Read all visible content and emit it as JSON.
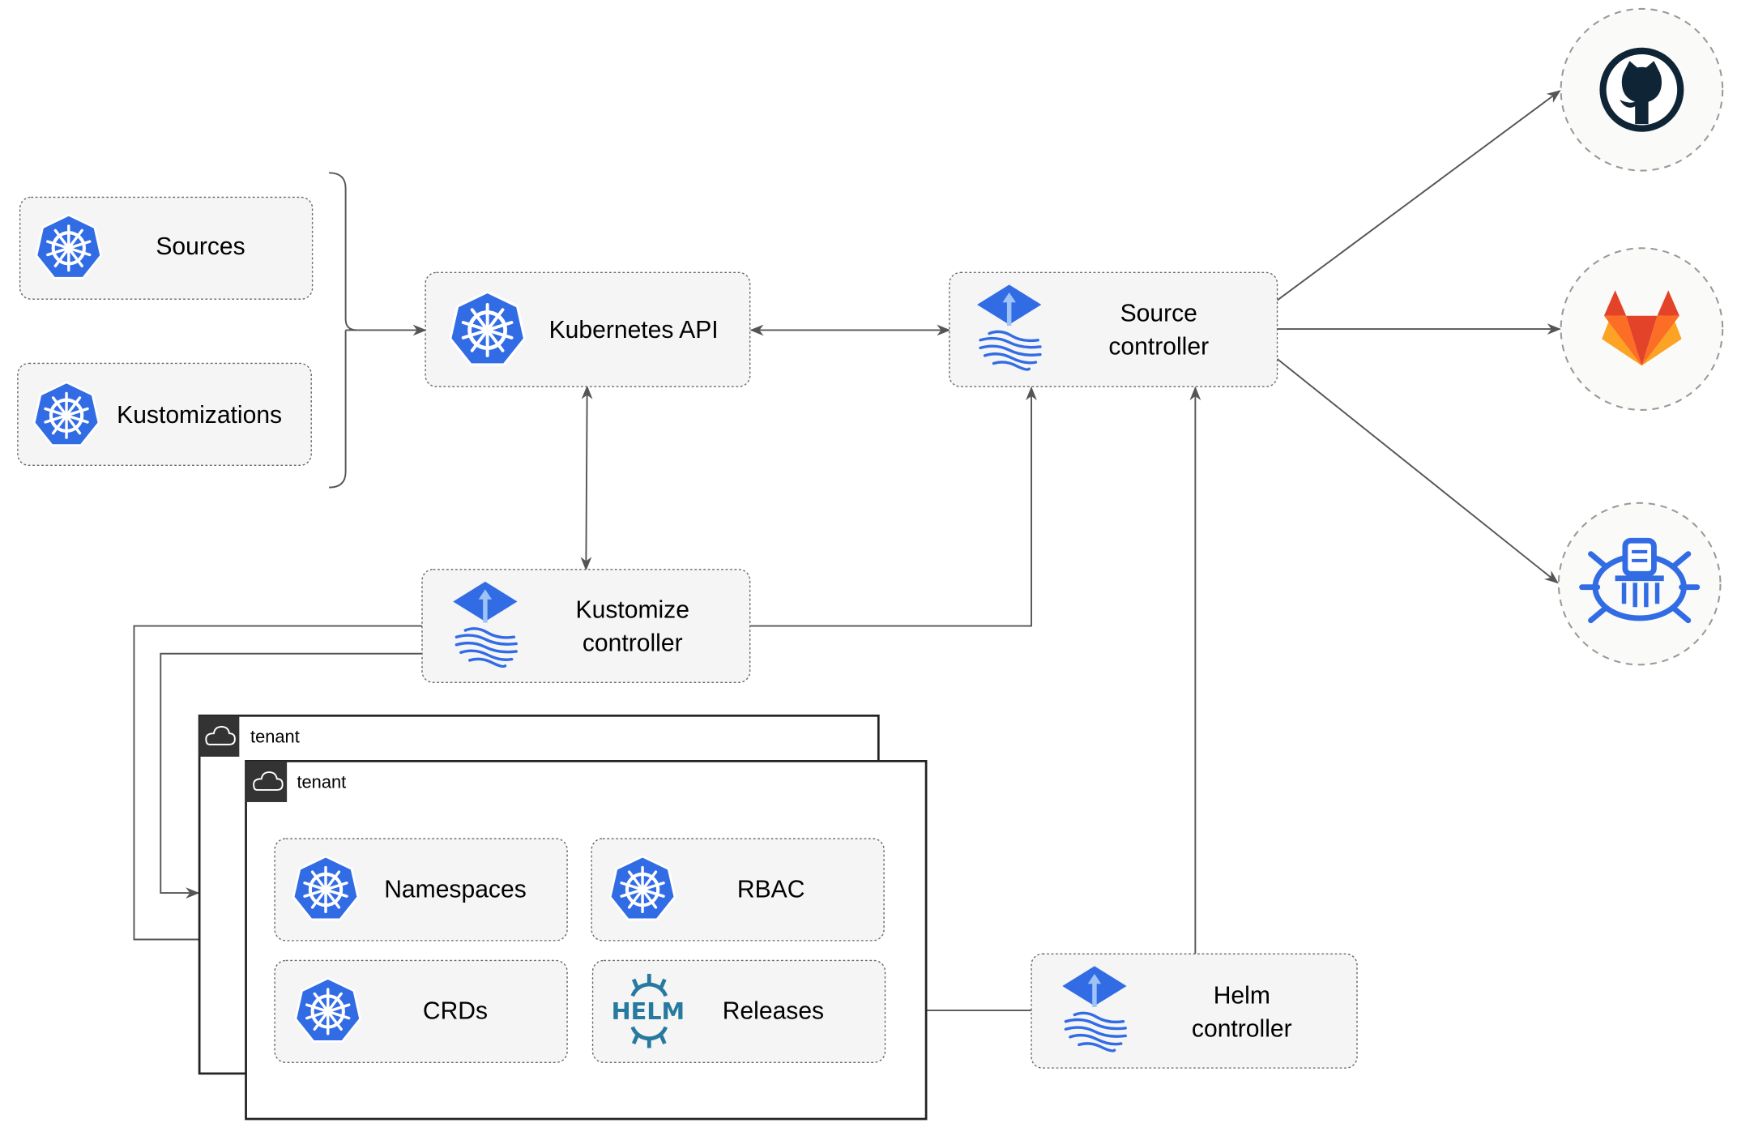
{
  "colors": {
    "kubernetes": "#326ce5",
    "flux": "#326ce5",
    "helm": "#277a9f",
    "github": "#0f2535",
    "gitlab_dark": "#e24329",
    "gitlab_light": "#fca326",
    "edge": "#555555"
  },
  "nodes": {
    "sources": {
      "label": "Sources",
      "icon": "kubernetes-icon"
    },
    "kustomizations": {
      "label": "Kustomizations",
      "icon": "kubernetes-icon"
    },
    "kubernetes_api": {
      "label": "Kubernetes API",
      "icon": "kubernetes-icon"
    },
    "source_controller": {
      "line1": "Source",
      "line2": "controller",
      "icon": "flux-icon"
    },
    "kustomize_controller": {
      "line1": "Kustomize",
      "line2": "controller",
      "icon": "flux-icon"
    },
    "helm_controller": {
      "line1": "Helm",
      "line2": "controller",
      "icon": "flux-icon"
    },
    "namespaces": {
      "label": "Namespaces",
      "icon": "kubernetes-icon"
    },
    "rbac": {
      "label": "RBAC",
      "icon": "kubernetes-icon"
    },
    "crds": {
      "label": "CRDs",
      "icon": "kubernetes-icon"
    },
    "releases": {
      "label": "Releases",
      "icon": "helm-icon",
      "icon_text": "HELM"
    }
  },
  "tenants": [
    {
      "label": "tenant",
      "icon": "cloud-icon"
    },
    {
      "label": "tenant",
      "icon": "cloud-icon"
    }
  ],
  "external": [
    {
      "icon": "github-icon"
    },
    {
      "icon": "gitlab-icon"
    },
    {
      "icon": "bucket-icon"
    }
  ]
}
